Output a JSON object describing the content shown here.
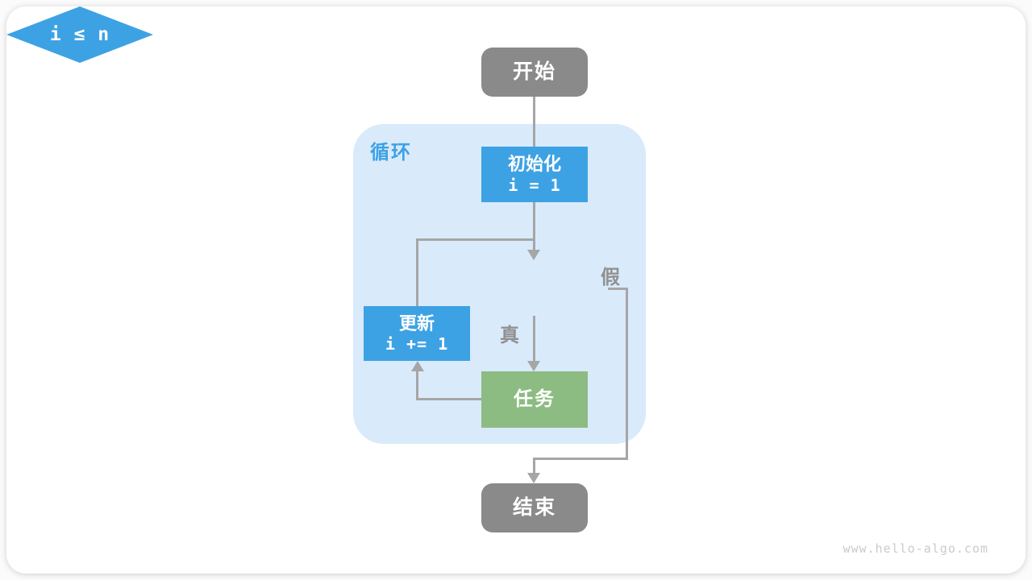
{
  "title": "loop flowchart",
  "loop": {
    "label": "循环"
  },
  "nodes": {
    "start": {
      "label": "开始"
    },
    "init": {
      "title": "初始化",
      "code": "i = 1"
    },
    "condition": {
      "code": "i ≤ n"
    },
    "update": {
      "title": "更新",
      "code": "i += 1"
    },
    "task": {
      "label": "任务"
    },
    "end": {
      "label": "结束"
    }
  },
  "edges": {
    "true_label": "真",
    "false_label": "假"
  },
  "watermark": "www.hello-algo.com",
  "colors": {
    "blue": "#3da2e4",
    "green": "#8cbc82",
    "gray_node": "#8a8a8a",
    "loop_bg": "#d9eafb",
    "line": "#a6a6a6",
    "tf_label": "#919191",
    "loop_label": "#3da2e4",
    "watermark": "#cbcbcb",
    "card_bg": "#ffffff",
    "page_bg": "#fbfbfb"
  }
}
